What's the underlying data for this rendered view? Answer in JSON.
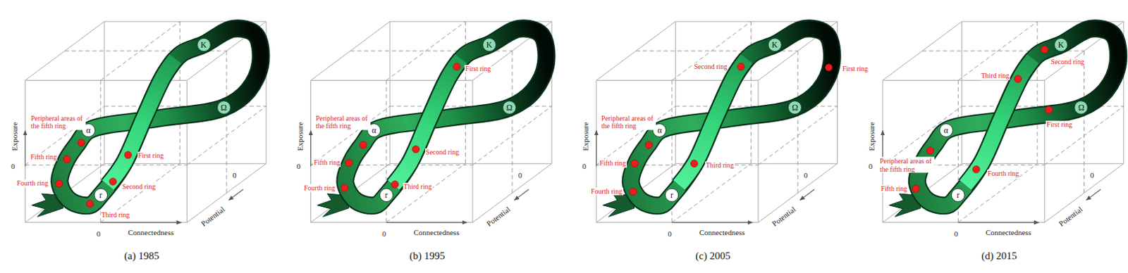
{
  "diagram": {
    "nodes": [
      {
        "text": [
          "α"
        ]
      },
      {
        "text": [
          "K"
        ]
      },
      {
        "text": [
          "Ω"
        ]
      },
      {
        "text": [
          "r"
        ]
      },
      {
        "text": [
          "α"
        ]
      },
      {
        "text": [
          "K"
        ]
      },
      {
        "text": [
          "Ω"
        ]
      },
      {
        "text": [
          "r"
        ]
      },
      {
        "text": [
          "α"
        ]
      },
      {
        "text": [
          "K"
        ]
      },
      {
        "text": [
          "Ω"
        ]
      },
      {
        "text": [
          "r"
        ]
      },
      {
        "text": [
          "α"
        ]
      },
      {
        "text": [
          "K"
        ]
      },
      {
        "text": [
          "Ω"
        ]
      },
      {
        "text": [
          "r"
        ]
      }
    ],
    "labels": [
      "Peripheral areas of the fifth ring",
      "Fifth ring",
      "Fourth ring",
      "First ring",
      "Second ring",
      "Third ring",
      "Exposure",
      "0",
      "Connectedness",
      "0",
      "Potential",
      "0",
      "(a) 1985",
      "First ring",
      "Peripheral areas of the fifth ring",
      "Fifth ring",
      "Second ring",
      "Fourth ring",
      "Third ring",
      "Exposure",
      "0",
      "Connectedness",
      "0",
      "Potential",
      "0",
      "(b) 1995",
      "Second ring",
      "First ring",
      "Peripheral areas of the fifth ring",
      "Fifth ring",
      "Fourth ring",
      "Third ring",
      "Exposure",
      "0",
      "Connectedness",
      "0",
      "Potential",
      "0",
      "(c) 2005",
      "Second ring",
      "Third ring",
      "First ring",
      "Peripheral areas of the fifth ring",
      "Fourth ring",
      "Fifth ring",
      "Exposure",
      "0",
      "Connectedness",
      "0",
      "Potential",
      "0",
      "(d) 2015"
    ]
  }
}
